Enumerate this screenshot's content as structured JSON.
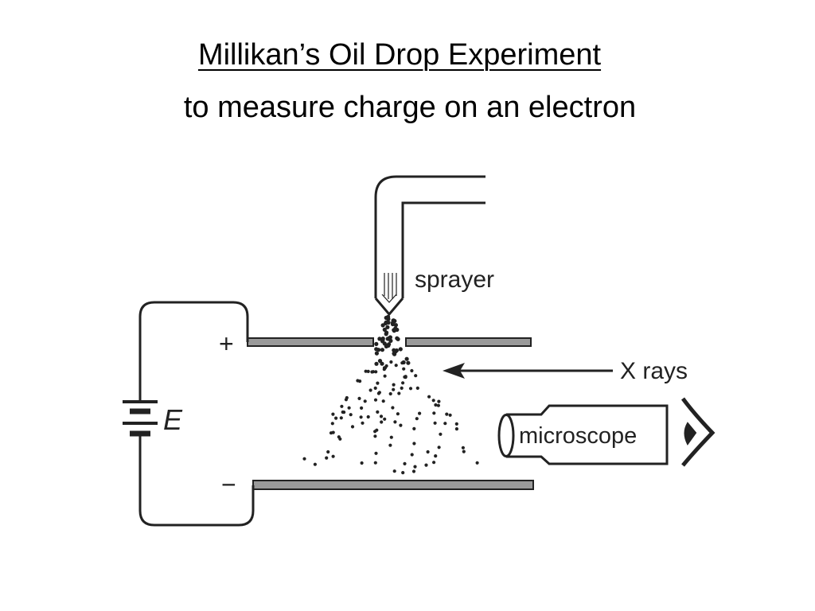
{
  "title": "Millikan’s Oil Drop Experiment",
  "subtitle": "to measure charge on an electron",
  "labels": {
    "sprayer": "sprayer",
    "xrays": "X rays",
    "microscope": "microscope",
    "battery": "E",
    "plus": "+",
    "minus": "−"
  },
  "colors": {
    "plate_fill": "#9a9a9a",
    "stroke": "#222222",
    "text": "#000000"
  }
}
